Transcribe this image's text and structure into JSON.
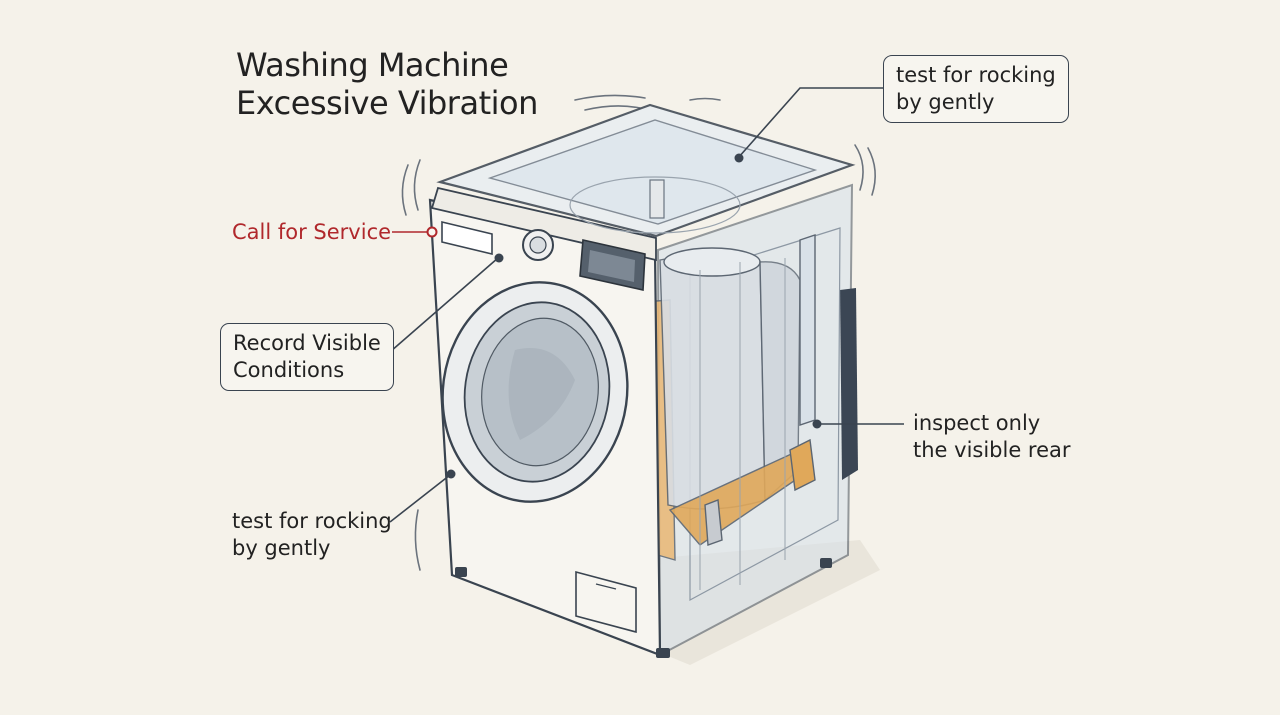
{
  "title": {
    "line1": "Washing Machine",
    "line2": "Excessive Vibration"
  },
  "callouts": {
    "call_for_service": "Call for Service",
    "record_visible_conditions": [
      "Record Visible",
      "Conditions"
    ],
    "test_for_rocking_top": [
      "test for rocking",
      "by gently"
    ],
    "test_for_rocking_side": [
      "test for rocking",
      "by gently"
    ],
    "inspect_rear": [
      "inspect only",
      "the visible rear"
    ]
  },
  "colors": {
    "background": "#f5f2ea",
    "line": "#3a4450",
    "service_accent": "#b0282c",
    "drum_highlight": "#eab774",
    "glass_tint": "#c9d6e2"
  }
}
